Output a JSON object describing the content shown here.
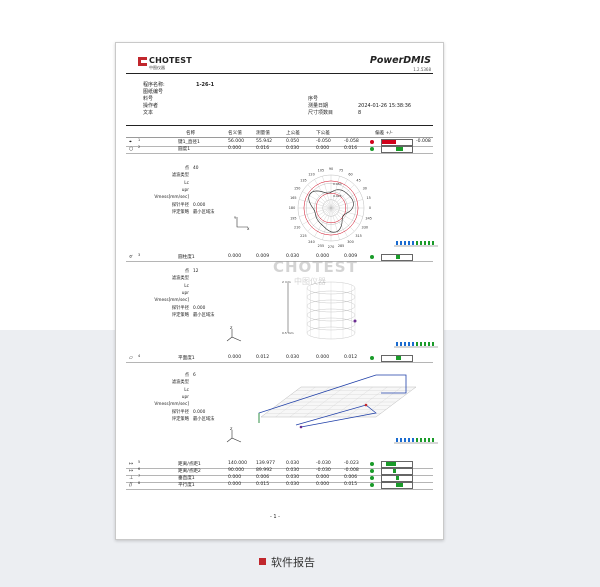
{
  "caption": {
    "text": "软件报告"
  },
  "header": {
    "logo_text": "CHOTEST",
    "logo_sub": "中图仪器",
    "brand": "PowerDMIS",
    "version": "1.2.5368"
  },
  "info": {
    "program_label": "程序名称:",
    "program_value": "1-26-1",
    "drawing_label": "图纸编号",
    "part_label": "料号",
    "operator_label": "操作者",
    "text_label": "文本",
    "seq_label": "序号",
    "date_label": "测量日期",
    "date_value": "2024-01-26 15:38:36",
    "count_label": "尺寸项数目",
    "count_value": "8"
  },
  "table": {
    "headers": [
      "名称",
      "名义值",
      "测量值",
      "上公差",
      "下公差",
      "偏差 +/-"
    ],
    "rows": [
      {
        "icon": "⌖",
        "id": "1",
        "name": "键1_直径1",
        "nominal": "56.000",
        "measured": "55.942",
        "upper": "0.050",
        "lower": "-0.050",
        "dev": "-0.058",
        "status": "#d0021b",
        "bar_dir": "neg",
        "dev2": "-0.008"
      },
      {
        "icon": "○",
        "id": "2",
        "name": "圆度1",
        "nominal": "0.000",
        "measured": "0.016",
        "upper": "0.030",
        "lower": "0.000",
        "dev": "0.016",
        "status": "#1a9b2a",
        "bar_dir": "pos",
        "dev2": ""
      },
      {
        "icon": "⌭",
        "id": "3",
        "name": "圆柱度1",
        "nominal": "0.000",
        "measured": "0.009",
        "upper": "0.030",
        "lower": "0.000",
        "dev": "0.009",
        "status": "#1a9b2a",
        "bar_dir": "pos",
        "dev2": ""
      },
      {
        "icon": "▱",
        "id": "4",
        "name": "平面度1",
        "nominal": "0.000",
        "measured": "0.012",
        "upper": "0.030",
        "lower": "0.000",
        "dev": "0.012",
        "status": "#1a9b2a",
        "bar_dir": "pos",
        "dev2": ""
      },
      {
        "icon": "↦",
        "id": "5",
        "name": "距离/点距1",
        "nominal": "140.000",
        "measured": "139.977",
        "upper": "0.030",
        "lower": "-0.030",
        "dev": "-0.023",
        "status": "#1a9b2a",
        "bar_dir": "neg",
        "dev2": ""
      },
      {
        "icon": "↦",
        "id": "6",
        "name": "距离/点距2",
        "nominal": "90.000",
        "measured": "89.992",
        "upper": "0.030",
        "lower": "-0.030",
        "dev": "-0.008",
        "status": "#1a9b2a",
        "bar_dir": "neg",
        "dev2": ""
      },
      {
        "icon": "⊥",
        "id": "7",
        "name": "垂直度1",
        "nominal": "0.000",
        "measured": "0.006",
        "upper": "0.030",
        "lower": "0.000",
        "dev": "0.006",
        "status": "#1a9b2a",
        "bar_dir": "pos",
        "dev2": ""
      },
      {
        "icon": "//",
        "id": "8",
        "name": "平行度1",
        "nominal": "0.000",
        "measured": "0.015",
        "upper": "0.030",
        "lower": "0.000",
        "dev": "0.015",
        "status": "#1a9b2a",
        "bar_dir": "pos",
        "dev2": ""
      }
    ]
  },
  "params": {
    "labels": [
      "点",
      "滤波类型",
      "Lc",
      "upr",
      "Vmess[mm/sec]",
      "探针半径",
      "评定策略"
    ],
    "sec1_values": [
      "40",
      "",
      "",
      "",
      "",
      "0.000",
      "最小区域法"
    ],
    "sec2_values": [
      "12",
      "",
      "",
      "",
      "",
      "0.000",
      "最小区域法"
    ],
    "sec3_values": [
      "6",
      "",
      "",
      "",
      "",
      "0.000",
      "最小区域法"
    ]
  },
  "polar": {
    "angles": [
      "105",
      "90",
      "75",
      "120",
      "60",
      "135",
      "45",
      "150",
      "30",
      "165",
      "15",
      "180",
      "0",
      "195",
      "345",
      "210",
      "330",
      "225",
      "315",
      "240",
      "300",
      "255",
      "270",
      "285"
    ],
    "rings": [
      "0.050",
      "0.025"
    ]
  },
  "axes": {
    "x": "X",
    "y": "Y",
    "z": "Z",
    "scale_top": "2 mm",
    "scale_bot": "0.5 mm"
  },
  "watermark": {
    "main": "CHOTEST",
    "sub": "中图仪器"
  },
  "page_number": "- 1 -"
}
